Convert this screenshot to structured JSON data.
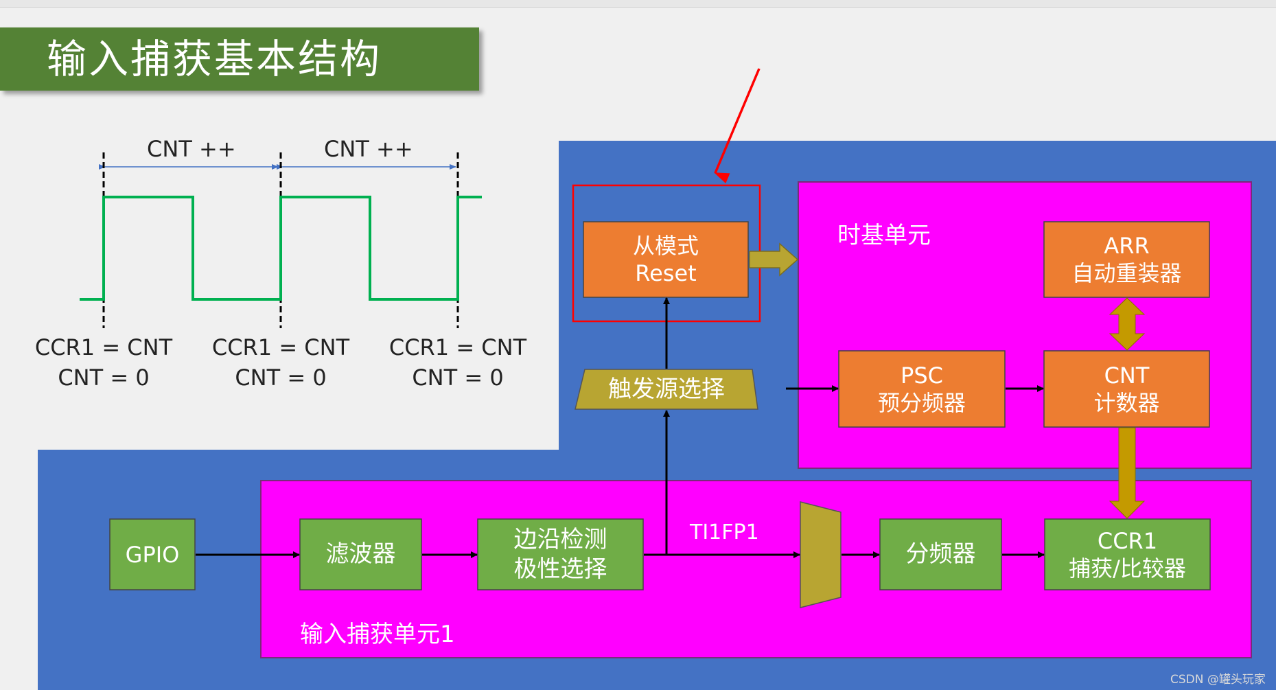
{
  "title": "输入捕获基本结构",
  "colors": {
    "title_bg": "#548235",
    "panel_blue": "#4472C4",
    "magenta": "#FF00FF",
    "orange": "#ED7D31",
    "green_box": "#70AD47",
    "olive": "#B8A532",
    "gold_arrow": "#C49A00",
    "waveform": "#00B050",
    "highlight_red": "#FF0000"
  },
  "waveform": {
    "cnt_labels": [
      "CNT ++",
      "CNT ++"
    ],
    "captures": [
      {
        "line1": "CCR1 = CNT",
        "line2": "CNT = 0"
      },
      {
        "line1": "CCR1 = CNT",
        "line2": "CNT = 0"
      },
      {
        "line1": "CCR1 = CNT",
        "line2": "CNT = 0"
      }
    ]
  },
  "slave_mode": {
    "line1": "从模式",
    "line2": "Reset"
  },
  "trigger_select": "触发源选择",
  "time_base": {
    "label": "时基单元",
    "arr": {
      "line1": "ARR",
      "line2": "自动重装器"
    },
    "psc": {
      "line1": "PSC",
      "line2": "预分频器"
    },
    "cnt": {
      "line1": "CNT",
      "line2": "计数器"
    }
  },
  "input_capture": {
    "label": "输入捕获单元1",
    "gpio": "GPIO",
    "filter": "滤波器",
    "edge": {
      "line1": "边沿检测",
      "line2": "极性选择"
    },
    "signal": "TI1FP1",
    "prescaler": "分频器",
    "ccr1": {
      "line1": "CCR1",
      "line2": "捕获/比较器"
    }
  },
  "watermark": "CSDN @罐头玩家"
}
